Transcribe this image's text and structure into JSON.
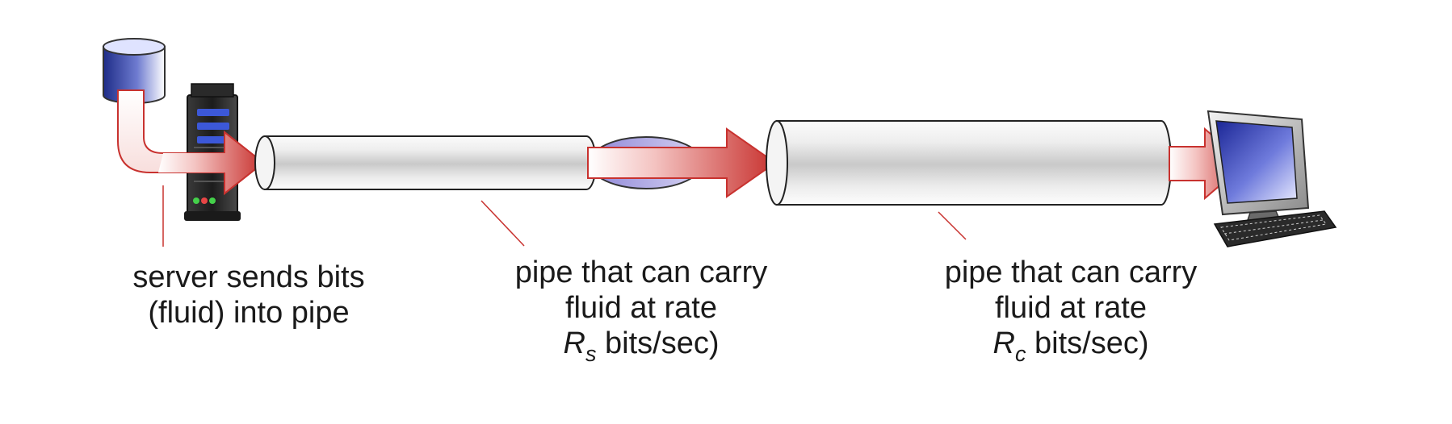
{
  "server_label": {
    "line1": "server sends bits",
    "line2": "(fluid) into pipe"
  },
  "pipe_server": {
    "line1": "pipe that can carry",
    "line2": "fluid at rate",
    "rate_symbol": "R",
    "rate_subscript": "s",
    "rate_suffix": " bits/sec)"
  },
  "pipe_client": {
    "line1": "pipe that can carry",
    "line2": "fluid at rate",
    "rate_symbol": "R",
    "rate_subscript": "c",
    "rate_suffix": " bits/sec)"
  },
  "icons": {
    "database": "database-icon",
    "server": "server-icon",
    "computer": "desktop-computer-icon"
  },
  "colors": {
    "arrow": "#c8322f",
    "pipe_body": "#e6e6e6",
    "neck": "#b9b4e6",
    "database_blue": "#2f3f9c",
    "screen_blue": "#2b38a8"
  }
}
